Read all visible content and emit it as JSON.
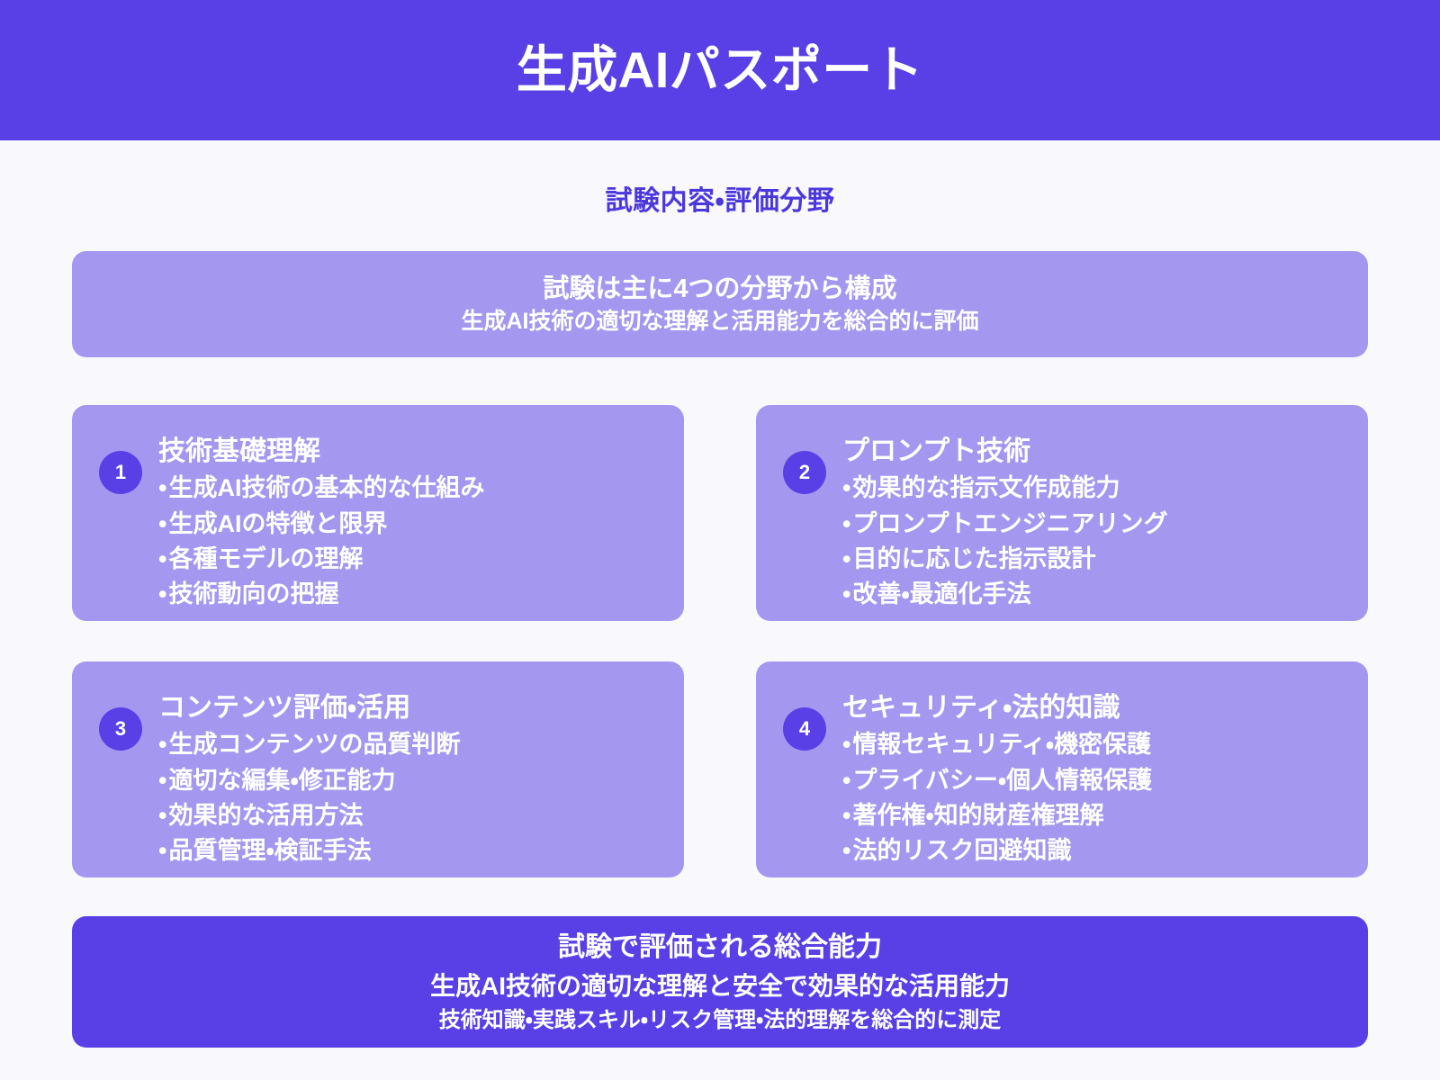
{
  "theme": {
    "page_background": "#f8f8fd",
    "brand_primary": "#5840e6",
    "brand_light": "#a397ef",
    "accent_text": "#4b38dd",
    "on_brand_text": "#ffffff"
  },
  "header": {
    "title": "生成AIパスポート"
  },
  "subtitle": {
    "text": "試験内容・評価分野"
  },
  "intro_banner": {
    "line1": "試験は主に4つの分野から構成",
    "line2": "生成AI技術の適切な理解と活用能力を総合的に評価"
  },
  "cards": [
    {
      "number": "1",
      "title": "技術基礎理解",
      "items": [
        "生成AI技術の基本的な仕組み",
        "生成AIの特徴と限界",
        "各種モデルの理解",
        "技術動向の把握"
      ]
    },
    {
      "number": "2",
      "title": "プロンプト技術",
      "items": [
        "効果的な指示文作成能力",
        "プロンプトエンジニアリング",
        "目的に応じた指示設計",
        "改善・最適化手法"
      ]
    },
    {
      "number": "3",
      "title": "コンテンツ評価・活用",
      "items": [
        "生成コンテンツの品質判断",
        "適切な編集・修正能力",
        "効果的な活用方法",
        "品質管理・検証手法"
      ]
    },
    {
      "number": "4",
      "title": "セキュリティ・法的知識",
      "items": [
        "情報セキュリティ・機密保護",
        "プライバシー・個人情報保護",
        "著作権・知的財産権理解",
        "法的リスク回避知識"
      ]
    }
  ],
  "footer_banner": {
    "line1": "試験で評価される総合能力",
    "line2": "生成AI技術の適切な理解と安全で効果的な活用能力",
    "line3": "技術知識・実践スキル・リスク管理・法的理解を総合的に測定"
  },
  "bullet_glyph": "•"
}
